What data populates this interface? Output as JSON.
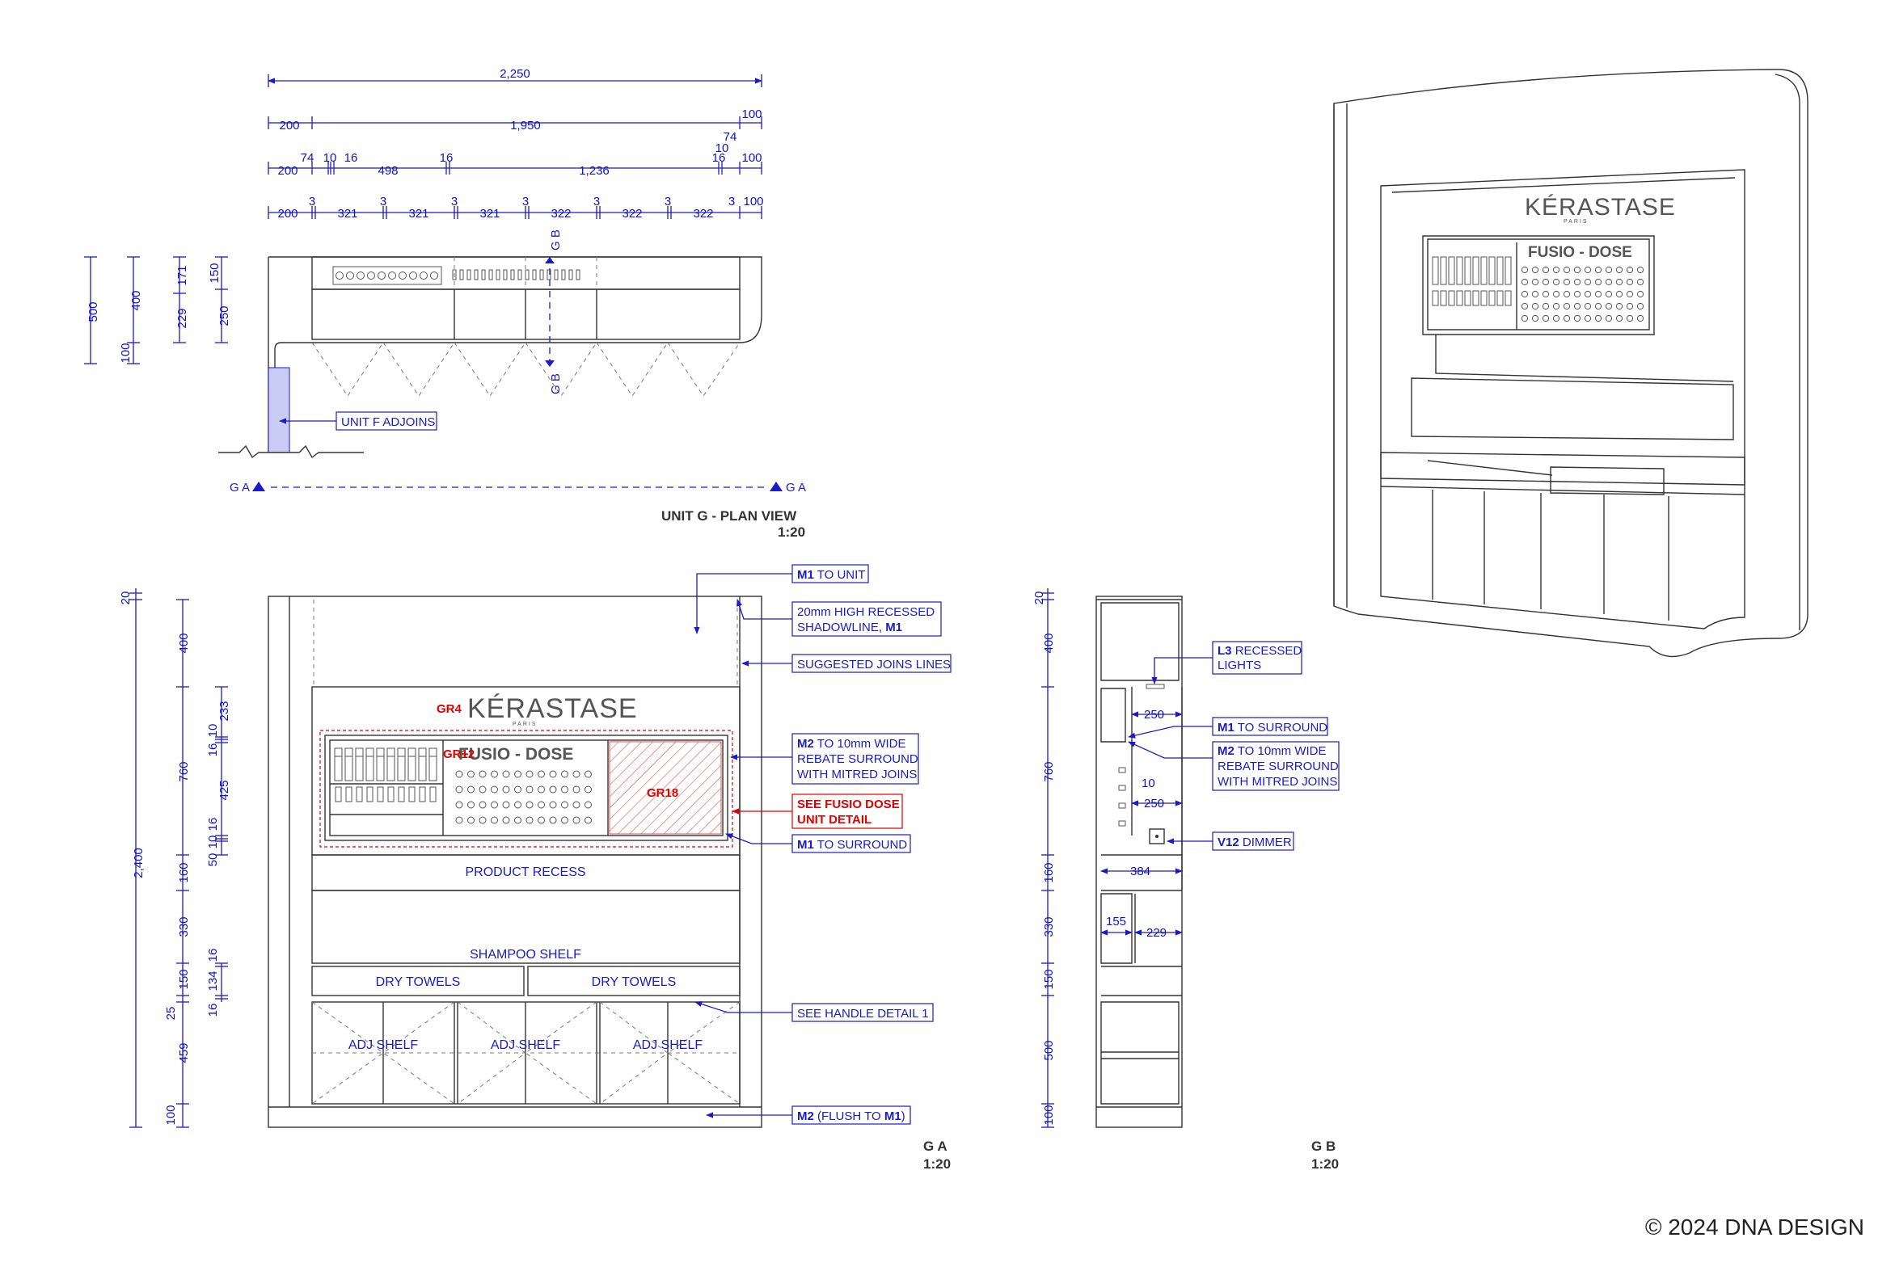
{
  "plan": {
    "title": "UNIT G - PLAN VIEW",
    "scale": "1:20",
    "dims_row1": [
      "2,250"
    ],
    "dims_row2": [
      "200",
      "1,950",
      "100"
    ],
    "dims_row3": [
      "200",
      "74",
      "10",
      "16",
      "498",
      "16",
      "1,236",
      "10",
      "74",
      "16",
      "100"
    ],
    "dims_row4": [
      "200",
      "3",
      "321",
      "3",
      "321",
      "3",
      "321",
      "3",
      "322",
      "3",
      "322",
      "3",
      "322",
      "3",
      "100"
    ],
    "dims_left": [
      "500",
      "400",
      "100",
      "171",
      "229",
      "150",
      "250"
    ],
    "section_gb": "G B",
    "section_ga": "G A",
    "note_unit_f": "UNIT F ADJOINS"
  },
  "elevation_ga": {
    "title": "G A",
    "scale": "1:20",
    "dims_outer": [
      "20",
      "2,400"
    ],
    "dims_mid": [
      "400",
      "760",
      "160",
      "330",
      "150",
      "25",
      "459",
      "100"
    ],
    "dims_inner": [
      "233",
      "10",
      "16",
      "425",
      "16",
      "10",
      "50",
      "16",
      "134",
      "16"
    ],
    "brand": "KÉRASTASE",
    "brand_sub": "PARIS",
    "fusio": "FUSIO - DOSE",
    "gr4": "GR4",
    "gr12": "GR12",
    "gr18": "GR18",
    "product_recess": "PRODUCT RECESS",
    "shampoo_shelf": "SHAMPOO SHELF",
    "dry_towels": [
      "DRY TOWELS",
      "DRY TOWELS"
    ],
    "adj_shelf": [
      "ADJ SHELF",
      "ADJ SHELF",
      "ADJ SHELF"
    ],
    "notes": {
      "m1_unit_b": "M1",
      "m1_unit": "TO UNIT",
      "shadow_1": "20mm HIGH RECESSED",
      "shadow_2": "SHADOWLINE,",
      "shadow_2b": "M1",
      "joins": "SUGGESTED JOINS LINES",
      "m2_b": "M2",
      "m2_1": "TO 10mm WIDE",
      "m2_2": "REBATE SURROUND",
      "m2_3": "WITH MITRED JOINS",
      "fusio_1": "SEE FUSIO DOSE",
      "fusio_2": "UNIT DETAIL",
      "m1s_b": "M1",
      "m1s": "TO SURROUND",
      "handle": "SEE HANDLE DETAIL 1",
      "flush_b": "M2",
      "flush_1": "(FLUSH TO",
      "flush_2": "M1",
      "flush_3": ")"
    }
  },
  "section_gb": {
    "title": "G B",
    "scale": "1:20",
    "dims_left": [
      "20",
      "400",
      "760",
      "160",
      "330",
      "150",
      "500",
      "100"
    ],
    "dims_inner": [
      "250",
      "10",
      "250",
      "384",
      "155",
      "229"
    ],
    "notes": {
      "l3_b": "L3",
      "l3_1": "RECESSED",
      "l3_2": "LIGHTS",
      "m1_b": "M1",
      "m1": "TO SURROUND",
      "m2_b": "M2",
      "m2_1": "TO 10mm WIDE",
      "m2_2": "REBATE SURROUND",
      "m2_3": "WITH MITRED JOINS",
      "v12_b": "V12",
      "v12": "DIMMER"
    }
  },
  "perspective": {
    "brand": "KÉRASTASE",
    "brand_sub": "PARIS",
    "fusio": "FUSIO - DOSE"
  },
  "copyright": "© 2024 DNA DESIGN",
  "colors": {
    "annotation": "#1a1ac8",
    "line": "#333333",
    "highlight": "#e00000"
  }
}
